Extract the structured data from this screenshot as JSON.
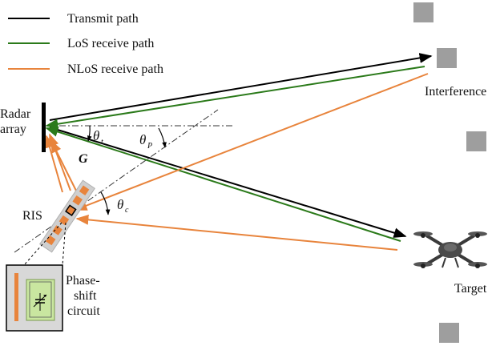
{
  "legend": {
    "transmit": {
      "label": "Transmit path",
      "color": "#000000"
    },
    "los": {
      "label": "LoS receive path",
      "color": "#2b7a1a"
    },
    "nlos": {
      "label": "NLoS receive path",
      "color": "#e8843c"
    }
  },
  "labels": {
    "radar_line1": "Radar",
    "radar_line2": "array",
    "ris": "RIS",
    "interference": "Interference",
    "target": "Target",
    "phase_line1": "Phase-",
    "phase_line2": "shift",
    "phase_line3": "circuit",
    "channel": "G",
    "theta_t": "θ",
    "theta_t_sub": "t",
    "theta_p": "θ",
    "theta_p_sub": "P",
    "theta_c": "θ",
    "theta_c_sub": "c"
  },
  "colors": {
    "scatterer": "#9e9e9e",
    "ris_panel": "#cfcfcf",
    "ris_element": "#e8843c",
    "circuit_box": "#d8d8d8",
    "circuit_board": "#c9e6a0",
    "drone": "#3a3a3a"
  },
  "icons": [
    "radar-array-icon",
    "ris-panel-icon",
    "drone-icon",
    "scatterer-icon",
    "phase-shift-circuit-icon"
  ]
}
